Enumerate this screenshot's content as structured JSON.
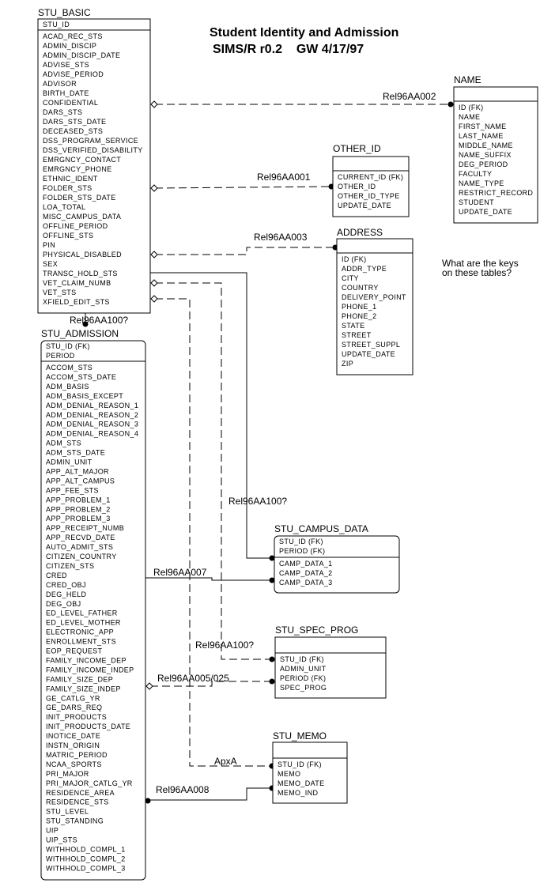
{
  "title": {
    "line1": "Student Identity and Admission",
    "line2": "SIMS/R r0.2    GW 4/17/97"
  },
  "note": {
    "line1": "What are the keys",
    "line2": "on these tables?"
  },
  "entities": {
    "stu_basic": {
      "name": "STU_BASIC",
      "keys": [
        "STU_ID"
      ],
      "attrs": [
        "ACAD_REC_STS",
        "ADMIN_DISCIP",
        "ADMIN_DISCIP_DATE",
        "ADVISE_STS",
        "ADVISE_PERIOD",
        "ADVISOR",
        "BIRTH_DATE",
        "CONFIDENTIAL",
        "DARS_STS",
        "DARS_STS_DATE",
        "DECEASED_STS",
        "DSS_PROGRAM_SERVICE",
        "DSS_VERIFIED_DISABILITY",
        "EMRGNCY_CONTACT",
        "EMRGNCY_PHONE",
        "ETHNIC_IDENT",
        "FOLDER_STS",
        "FOLDER_STS_DATE",
        "LOA_TOTAL",
        "MISC_CAMPUS_DATA",
        "OFFLINE_PERIOD",
        "OFFLINE_STS",
        "PIN",
        "PHYSICAL_DISABLED",
        "SEX",
        "TRANSC_HOLD_STS",
        "VET_CLAIM_NUMB",
        "VET_STS",
        "XFIELD_EDIT_STS"
      ]
    },
    "name": {
      "name": "NAME",
      "keys": [],
      "attrs": [
        "ID (FK)",
        "NAME",
        "FIRST_NAME",
        "LAST_NAME",
        "MIDDLE_NAME",
        "NAME_SUFFIX",
        "DEG_PERIOD",
        "FACULTY",
        "NAME_TYPE",
        "RESTRICT_RECORD",
        "STUDENT",
        "UPDATE_DATE"
      ]
    },
    "other_id": {
      "name": "OTHER_ID",
      "keys": [],
      "attrs": [
        "CURRENT_ID (FK)",
        "OTHER_ID",
        "OTHER_ID_TYPE",
        "UPDATE_DATE"
      ]
    },
    "address": {
      "name": "ADDRESS",
      "keys": [],
      "attrs": [
        "ID (FK)",
        "ADDR_TYPE",
        "CITY",
        "COUNTRY",
        "DELIVERY_POINT",
        "PHONE_1",
        "PHONE_2",
        "STATE",
        "STREET",
        "STREET_SUPPL",
        "UPDATE_DATE",
        "ZIP"
      ]
    },
    "stu_admission": {
      "name": "STU_ADMISSION",
      "keys": [
        "STU_ID (FK)",
        "PERIOD"
      ],
      "attrs": [
        "ACCOM_STS",
        "ACCOM_STS_DATE",
        "ADM_BASIS",
        "ADM_BASIS_EXCEPT",
        "ADM_DENIAL_REASON_1",
        "ADM_DENIAL_REASON_2",
        "ADM_DENIAL_REASON_3",
        "ADM_DENIAL_REASON_4",
        "ADM_STS",
        "ADM_STS_DATE",
        "ADMIN_UNIT",
        "APP_ALT_MAJOR",
        "APP_ALT_CAMPUS",
        "APP_FEE_STS",
        "APP_PROBLEM_1",
        "APP_PROBLEM_2",
        "APP_PROBLEM_3",
        "APP_RECEIPT_NUMB",
        "APP_RECVD_DATE",
        "AUTO_ADMIT_STS",
        "CITIZEN_COUNTRY",
        "CITIZEN_STS",
        "CRED",
        "CRED_OBJ",
        "DEG_HELD",
        "DEG_OBJ",
        "ED_LEVEL_FATHER",
        "ED_LEVEL_MOTHER",
        "ELECTRONIC_APP",
        "ENROLLMENT_STS",
        "EOP_REQUEST",
        "FAMILY_INCOME_DEP",
        "FAMILY_INCOME_INDEP",
        "FAMILY_SIZE_DEP",
        "FAMILY_SIZE_INDEP",
        "GE_CATLG_YR",
        "GE_DARS_REQ",
        "INIT_PRODUCTS",
        "INIT_PRODUCTS_DATE",
        "INOTICE_DATE",
        "INSTN_ORIGIN",
        "MATRIC_PERIOD",
        "NCAA_SPORTS",
        "PRI_MAJOR",
        "PRI_MAJOR_CATLG_YR",
        "RESIDENCE_AREA",
        "RESIDENCE_STS",
        "STU_LEVEL",
        "STU_STANDING",
        "UIP",
        "UIP_STS",
        "WITHHOLD_COMPL_1",
        "WITHHOLD_COMPL_2",
        "WITHHOLD_COMPL_3"
      ]
    },
    "stu_campus_data": {
      "name": "STU_CAMPUS_DATA",
      "keys": [
        "STU_ID (FK)",
        "PERIOD (FK)"
      ],
      "attrs": [
        "CAMP_DATA_1",
        "CAMP_DATA_2",
        "CAMP_DATA_3"
      ]
    },
    "stu_spec_prog": {
      "name": "STU_SPEC_PROG",
      "keys": [],
      "attrs": [
        "STU_ID (FK)",
        "ADMIN_UNIT",
        "PERIOD (FK)",
        "SPEC_PROG"
      ]
    },
    "stu_memo": {
      "name": "STU_MEMO",
      "keys": [],
      "attrs": [
        "STU_ID (FK)",
        "MEMO",
        "MEMO_DATE",
        "MEMO_IND"
      ]
    }
  },
  "relationships": {
    "rel_name": "Rel96AA002",
    "rel_other_id": "Rel96AA001",
    "rel_address": "Rel96AA003",
    "rel_admission": "Rel96AA100?",
    "rel_campus": "Rel96AA100?",
    "rel_campus_adm": "Rel96AA007",
    "rel_spec_basic": "Rel96AA100?",
    "rel_spec_adm": "Rel96AA005/025",
    "rel_memo_basic": "ApxA",
    "rel_memo_adm": "Rel96AA008"
  }
}
